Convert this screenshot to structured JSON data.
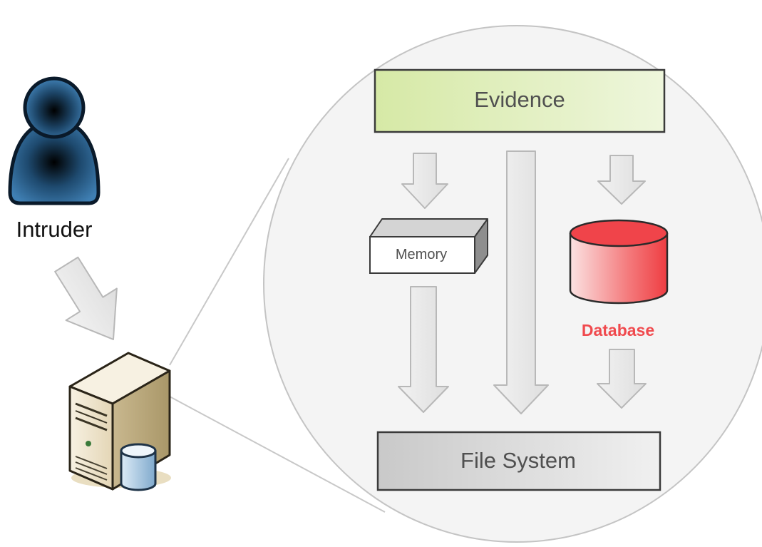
{
  "nodes": {
    "intruder": {
      "label": "Intruder"
    },
    "evidence": {
      "label": "Evidence"
    },
    "memory": {
      "label": "Memory"
    },
    "database": {
      "label": "Database"
    },
    "file_system": {
      "label": "File System"
    }
  },
  "colors": {
    "background": "#ffffff",
    "circle_fill": "#f4f4f4",
    "circle_stroke": "#c4c4c4",
    "evidence_box": "#dcebb8",
    "file_system_box": "#d8d8d8",
    "database": "#f0444a",
    "database_label": "#f04a4e",
    "arrow_fill": "#e8e8e8",
    "arrow_stroke": "#b8b8b8",
    "text": "#505050"
  },
  "icons": {
    "intruder": "person-icon",
    "server": "server-icon",
    "server_disk": "database-icon"
  },
  "flows": [
    {
      "from": "intruder",
      "to": "server"
    },
    {
      "from": "evidence",
      "to": "memory"
    },
    {
      "from": "evidence",
      "to": "file_system"
    },
    {
      "from": "evidence",
      "to": "database"
    },
    {
      "from": "memory",
      "to": "file_system"
    },
    {
      "from": "database",
      "to": "file_system"
    }
  ]
}
